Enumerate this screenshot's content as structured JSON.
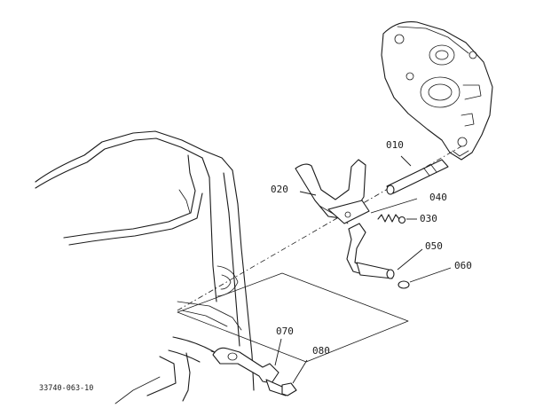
{
  "diagram": {
    "part_labels": [
      {
        "id": "p010",
        "text": "010"
      },
      {
        "id": "p020",
        "text": "020"
      },
      {
        "id": "p030",
        "text": "030"
      },
      {
        "id": "p040",
        "text": "040"
      },
      {
        "id": "p050",
        "text": "050"
      },
      {
        "id": "p060",
        "text": "060"
      },
      {
        "id": "p070",
        "text": "070"
      },
      {
        "id": "p080",
        "text": "080"
      }
    ],
    "reference_code": "33740-063-10"
  }
}
